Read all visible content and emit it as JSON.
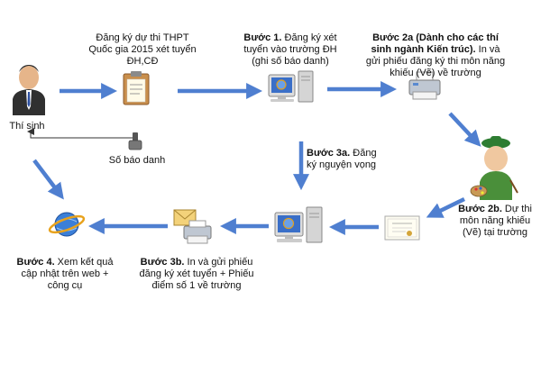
{
  "steps": {
    "candidate": {
      "label": "Thí sinh"
    },
    "register_exam": {
      "text": "Đăng ký dự thi THPT Quốc gia 2015 xét tuyển ĐH,CĐ"
    },
    "exam_number": {
      "label": "Số báo danh"
    },
    "step1": {
      "title": "Bước 1.",
      "text": " Đăng ký xét tuyển vào trường ĐH (ghi số báo danh)"
    },
    "step2a": {
      "title": "Bước 2a (Dành cho các thí sinh ngành Kiến trúc).",
      "text": " In và gửi phiếu đăng ký thi môn năng khiếu (Vẽ) về trường"
    },
    "step2b": {
      "title": "Bước 2b.",
      "text": " Dự thi môn năng khiếu (Vẽ) tại trường"
    },
    "step3a": {
      "title": "Bước 3a.",
      "text": " Đăng ký nguyện vọng"
    },
    "step3b": {
      "title": "Bước 3b.",
      "text": " In và gửi phiếu đăng ký xét tuyển + Phiếu điểm số 1 về trường"
    },
    "step4": {
      "title": "Bước 4.",
      "text": " Xem kết quả cập nhật trên web + công cụ"
    }
  },
  "colors": {
    "arrow": "#4f7fd0",
    "thin_line": "#333333"
  },
  "icons": [
    "person-icon",
    "clipboard-icon",
    "id-badge-icon",
    "computer-icon",
    "printer-icon",
    "artist-icon",
    "certificate-icon",
    "mail-printer-icon",
    "globe-icon"
  ]
}
